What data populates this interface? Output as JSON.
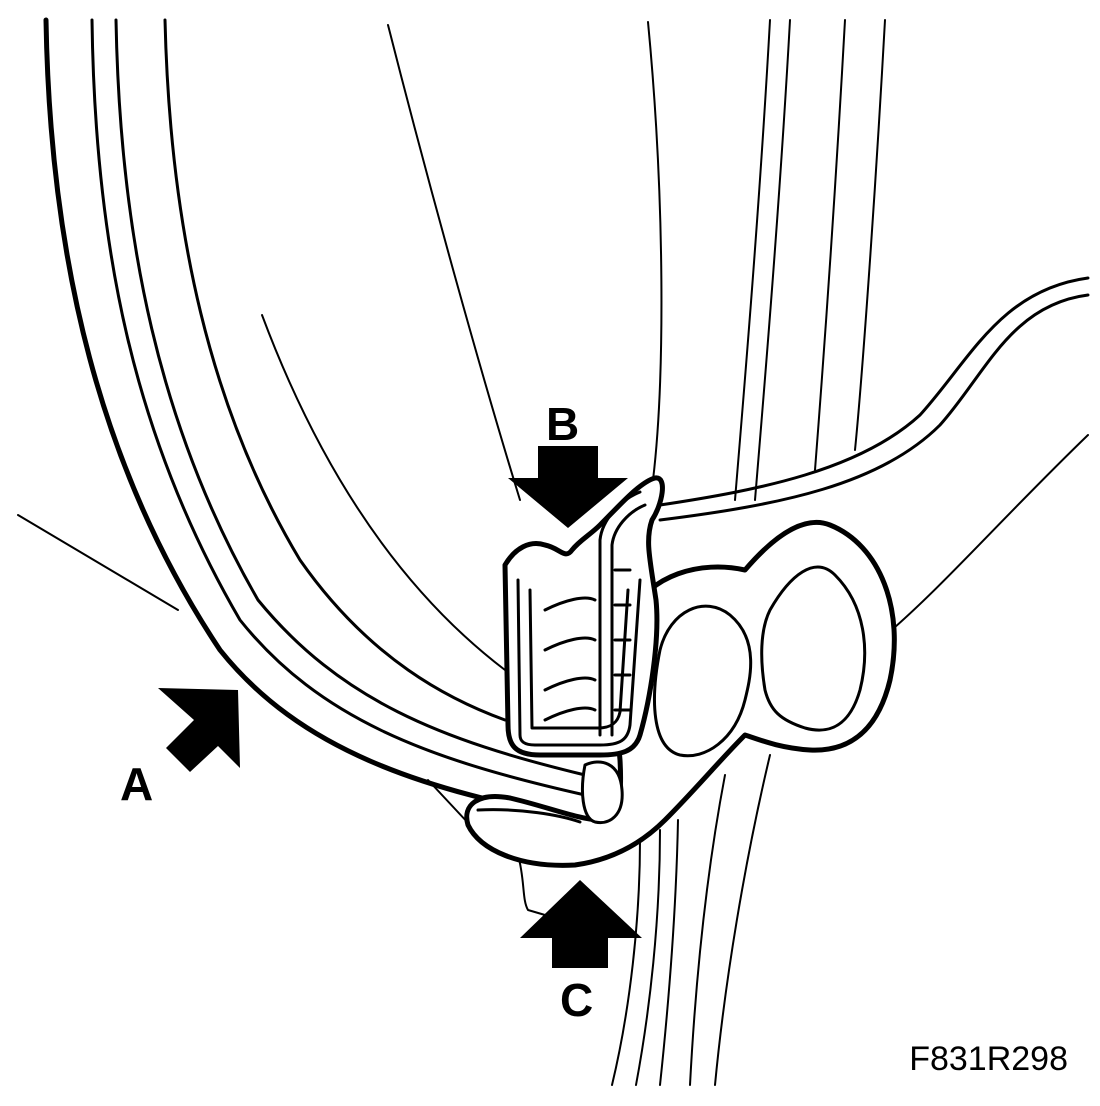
{
  "labels": {
    "a": "A",
    "b": "B",
    "c": "C"
  },
  "figure_ref": "F831R298",
  "colors": {
    "line": "#000000",
    "background": "#ffffff"
  }
}
